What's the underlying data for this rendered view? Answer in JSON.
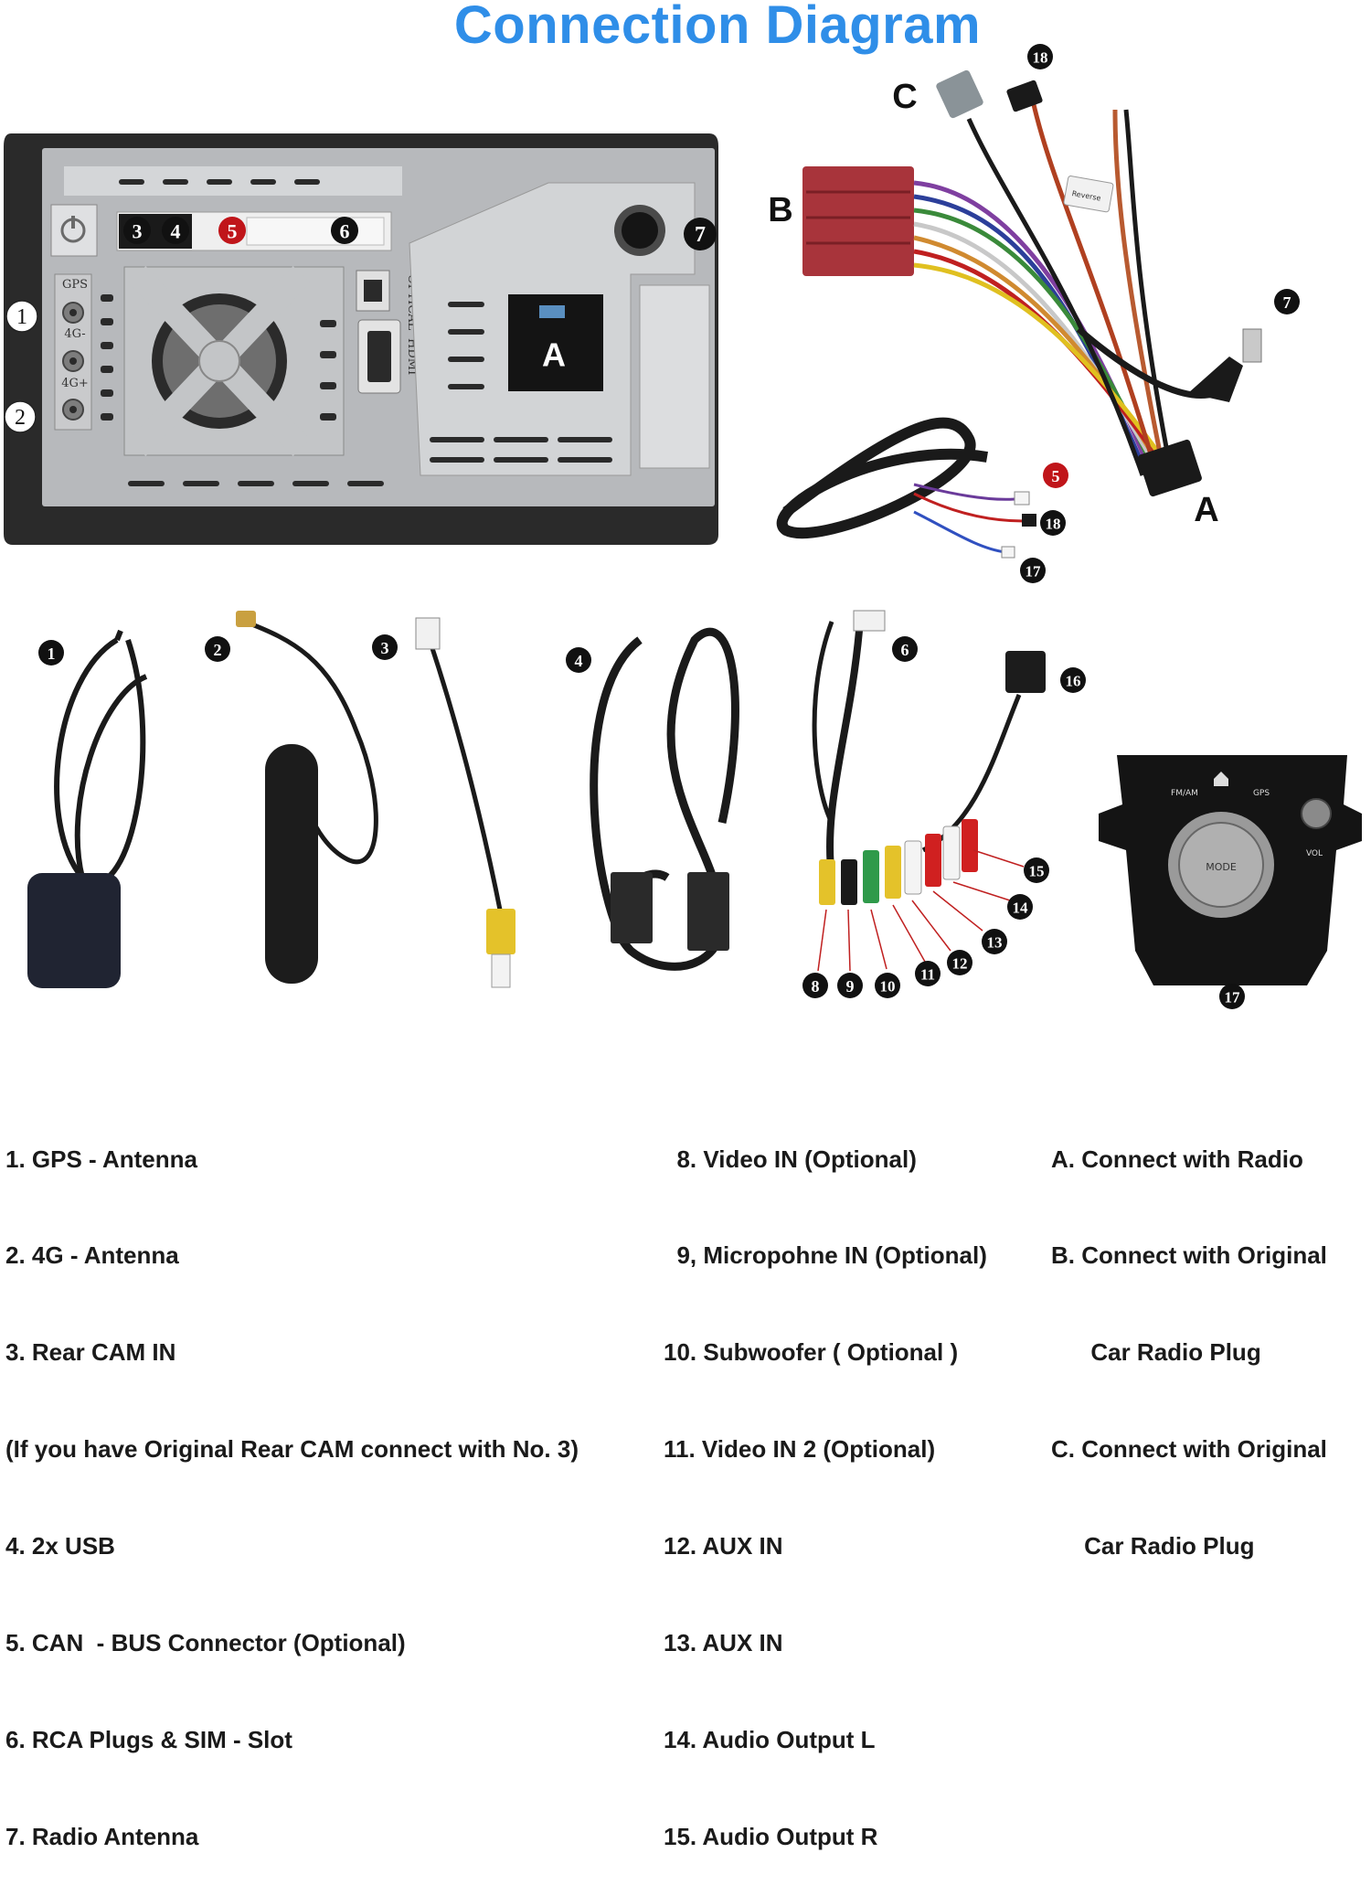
{
  "title": "Connection Diagram",
  "labels": {
    "A": "A",
    "B": "B",
    "C": "C",
    "hdmi": "HDMI",
    "optical": "OPTICAL",
    "gps_port": "GPS",
    "g4_minus": "4G-",
    "g4_plus": "4G+",
    "reverse": "Reverse",
    "fm_am": "FM/AM",
    "gps_btn": "GPS",
    "mode": "MODE",
    "vol": "VOL"
  },
  "markers": {
    "m1": "1",
    "m2": "2",
    "m3": "3",
    "m4": "4",
    "m5": "5",
    "m6": "6",
    "m7": "7",
    "m8": "8",
    "m9": "9",
    "m10": "10",
    "m11": "11",
    "m12": "12",
    "m13": "13",
    "m14": "14",
    "m15": "15",
    "m16": "16",
    "m17": "17",
    "m18": "18"
  },
  "legend_col1": [
    "1. GPS - Antenna",
    "2. 4G - Antenna",
    "3. Rear CAM IN",
    "(If you have Original Rear CAM connect with No. 3)",
    "4. 2x USB",
    "5. CAN  - BUS Connector (Optional)",
    "6. RCA Plugs & SIM - Slot",
    "7. Radio Antenna"
  ],
  "legend_col2": [
    "  8. Video IN (Optional)",
    "  9, Micropohne IN (Optional)",
    "10. Subwoofer ( Optional )",
    "11. Video IN 2 (Optional)",
    "12. AUX IN",
    "13. AUX IN",
    "14. Audio Output L",
    "15. Audio Output R"
  ],
  "legend_col3": [
    "A. Connect with Radio",
    "B. Connect with Original",
    "      Car Radio Plug",
    "C. Connect with Original",
    "     Car Radio Plug"
  ],
  "colors": {
    "title": "#2f8ee8",
    "marker_dark": "#111111",
    "marker_red": "#c0151a"
  }
}
